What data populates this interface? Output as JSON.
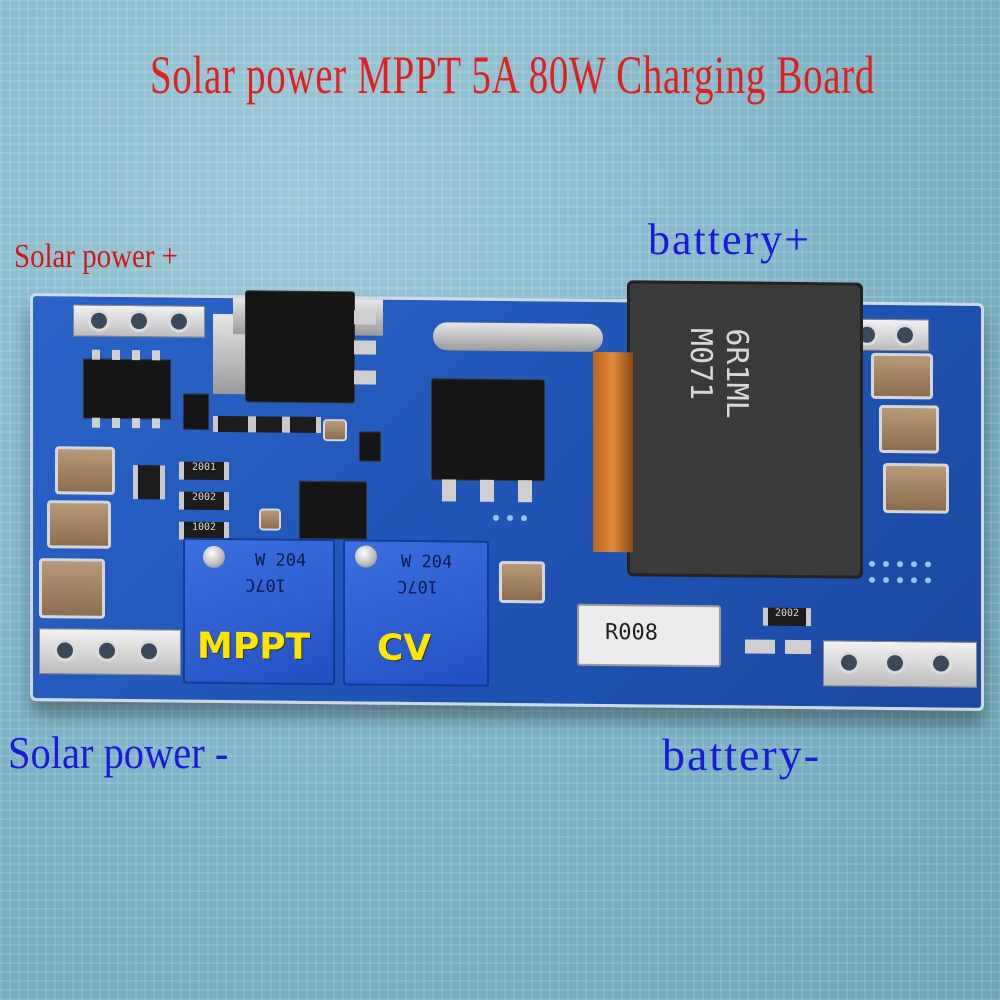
{
  "labels": {
    "title": "Solar power MPPT 5A 80W Charging Board",
    "solar_plus": "Solar power +",
    "battery_plus": "battery+",
    "solar_minus": "Solar power -",
    "battery_minus": "battery-"
  },
  "board": {
    "pot_left": {
      "label": "MPPT",
      "code_line1": "W 204",
      "code_line2": "107C"
    },
    "pot_right": {
      "label": "CV",
      "code_line1": "W 204",
      "code_line2": "107C"
    },
    "inductor_marking": {
      "line1": "6R1ML",
      "line2": "M071"
    },
    "shunt_marking": "R008",
    "resistor_marking": "2002",
    "resistor_marking_2": "2001",
    "resistor_marking_3": "1002"
  },
  "colors": {
    "title_text": "#e02020",
    "battery_text": "#1a1ad8",
    "pcb": "#1f52b2",
    "pot_label": "#ffe600"
  }
}
